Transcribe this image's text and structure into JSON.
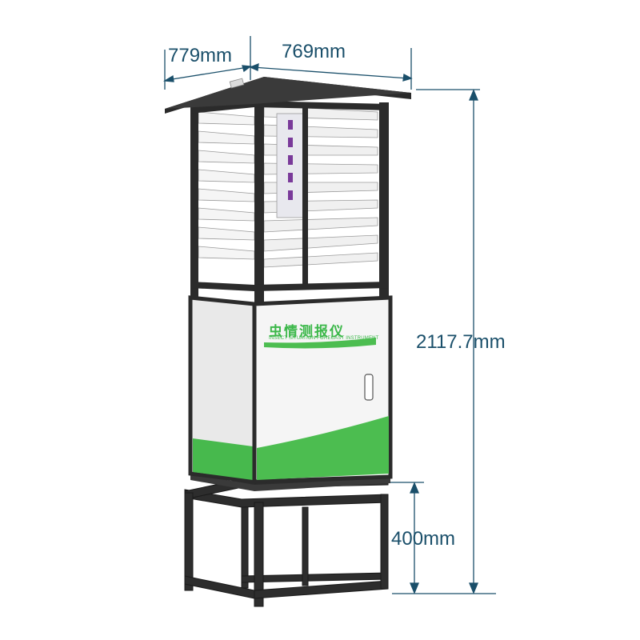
{
  "dimensions": {
    "depth": "779mm",
    "width": "769mm",
    "height": "2117.7mm",
    "stand_height": "400mm"
  },
  "device": {
    "name_cn": "虫情测报仪",
    "name_en": "INSECT SITUATION FORECAST INSTRUMENT"
  },
  "colors": {
    "dimension_lines": "#1a4f6a",
    "frame": "#2b2b2b",
    "cabinet_white": "#f3f3f3",
    "brand_green": "#3cb84a",
    "uv_lamp": "#7a3a9a"
  }
}
